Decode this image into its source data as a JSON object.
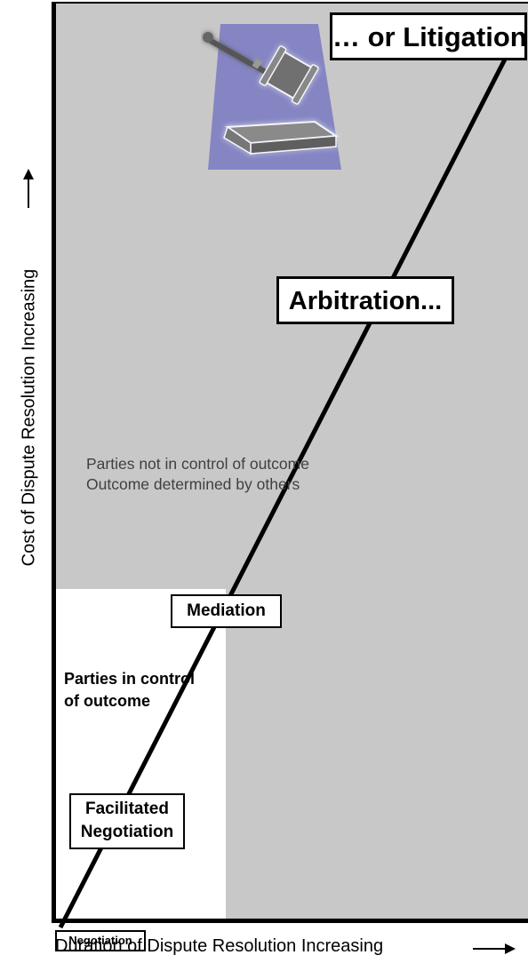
{
  "labels": {
    "litigation": "… or Litigation",
    "arbitration": "Arbitration...",
    "mediation": "Mediation",
    "facilitated_line1": "Facilitated",
    "facilitated_line2": "Negotiation",
    "negotiation": "Negotiation"
  },
  "notes": {
    "others_line1": "Parties not in control of outcome",
    "others_line2": "Outcome determined by others",
    "parties_line1": "Parties in control",
    "parties_line2": "of outcome"
  },
  "axes": {
    "y_label": "Cost of Dispute Resolution Increasing",
    "x_label": "Duration of Dispute Resolution Increasing"
  },
  "icons": {
    "gavel": "gavel-icon",
    "y_arrow": "arrow-up-icon",
    "x_arrow": "arrow-right-icon"
  },
  "colors": {
    "shaded_region": "#c8c8c8",
    "gavel_panel": "#8585c4",
    "line": "#000000"
  }
}
